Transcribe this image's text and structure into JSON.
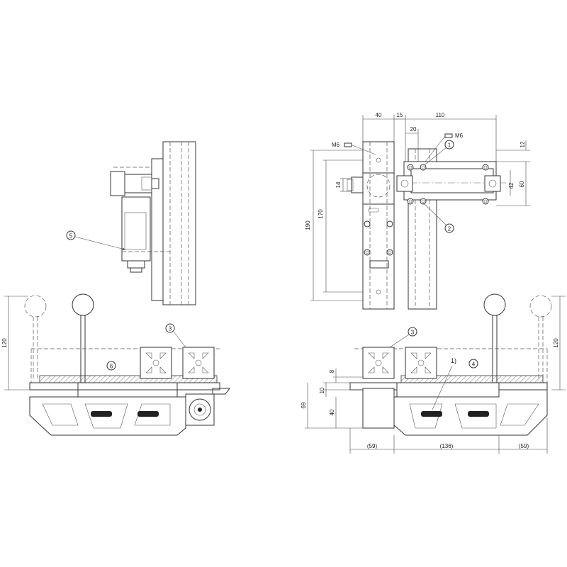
{
  "callouts": {
    "c1": "1",
    "c2": "2",
    "c3": "3",
    "c4": "4",
    "c5": "5",
    "c6": "6",
    "note1": "1)"
  },
  "dimensions": {
    "top_40": "40",
    "top_15": "15",
    "top_110": "110",
    "top_20": "20",
    "thread_a": "M6",
    "thread_b": "M6",
    "right_12": "12",
    "right_42": "42",
    "right_60": "60",
    "left_14": "14",
    "left_190": "190",
    "left_170": "170",
    "lever_120_left": "120",
    "lever_120_right": "120",
    "base_8": "8",
    "base_10": "10",
    "base_40": "40",
    "base_69": "69",
    "bottom_59a": "(59)",
    "bottom_136": "(136)",
    "bottom_59b": "(59)"
  },
  "colors": {
    "line": "#333333",
    "background": "#ffffff"
  }
}
